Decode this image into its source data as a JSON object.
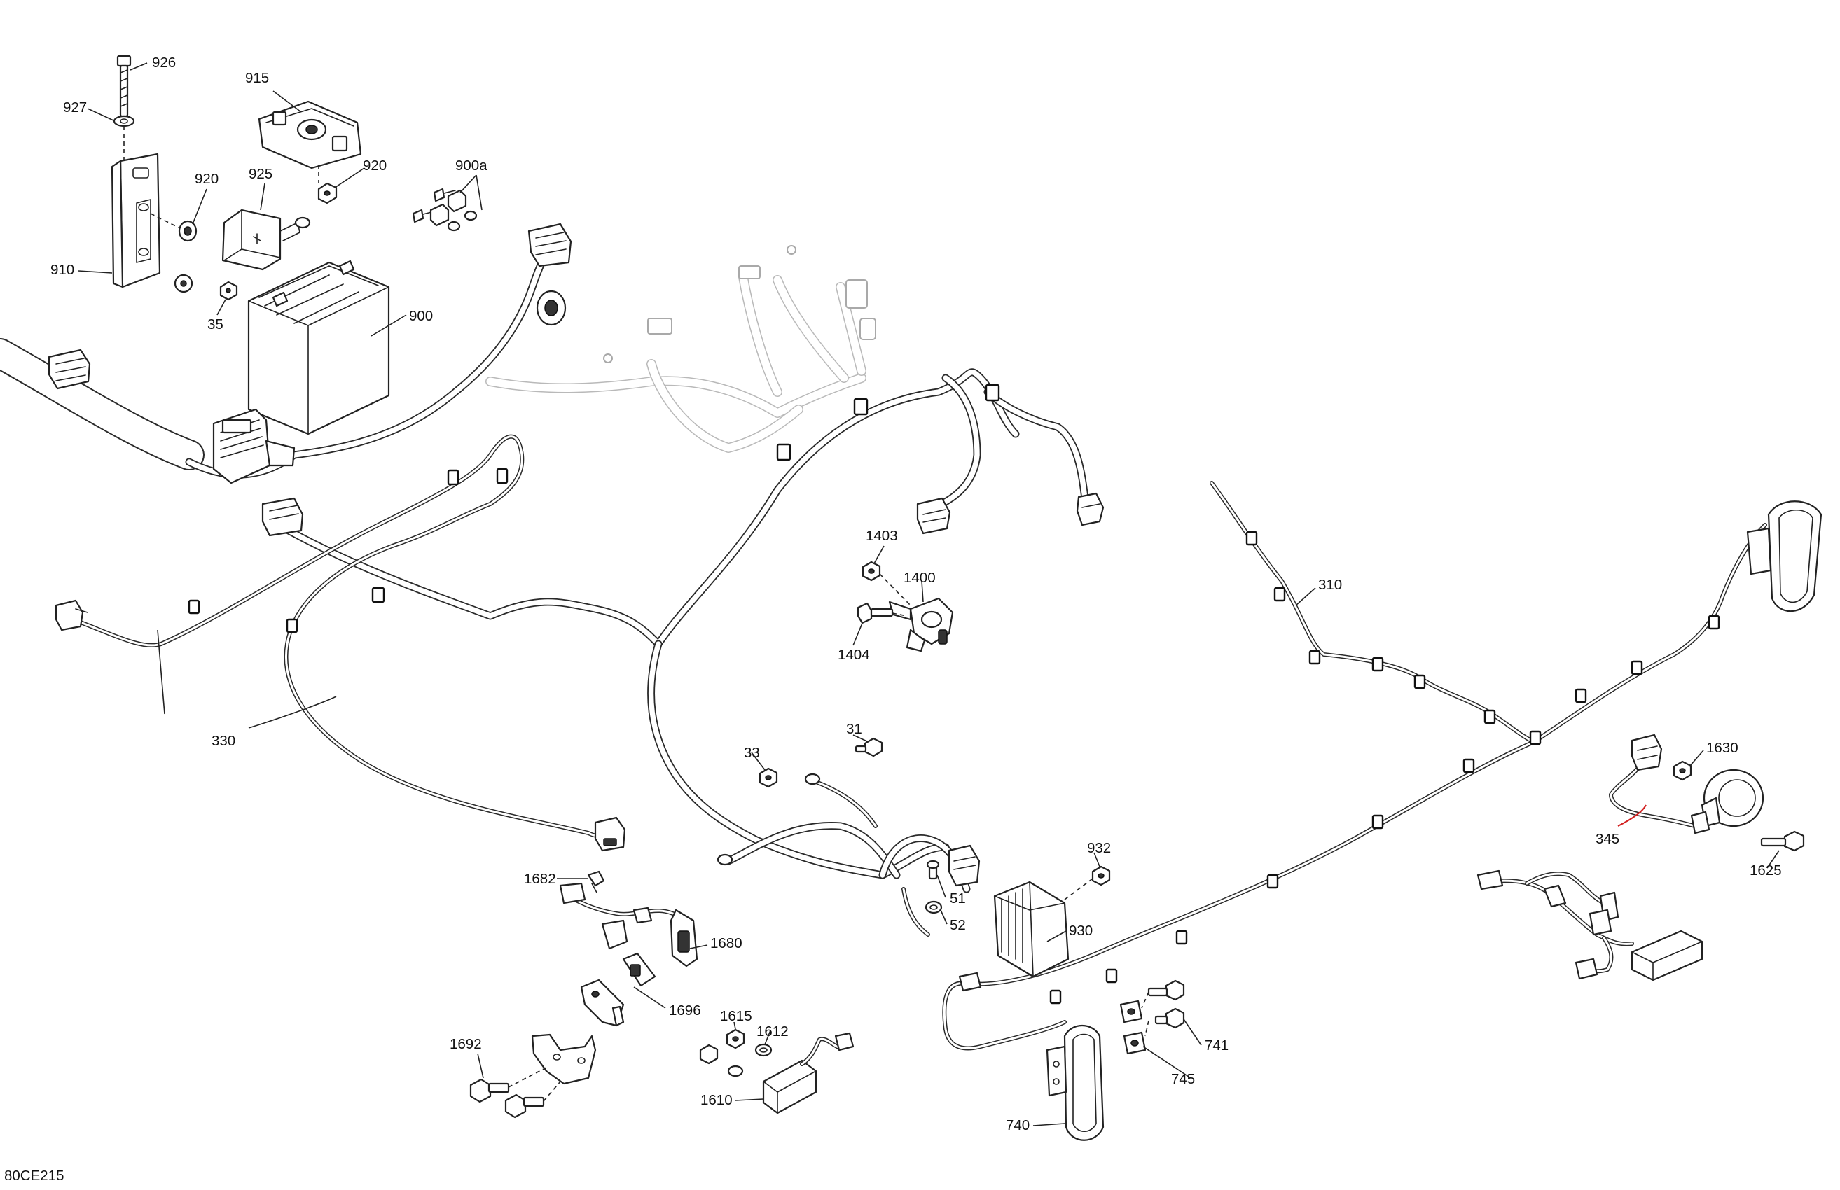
{
  "diagram": {
    "drawing_ref": "80CE215",
    "callouts": [
      {
        "id": "926",
        "text": "926"
      },
      {
        "id": "927",
        "text": "927"
      },
      {
        "id": "915",
        "text": "915"
      },
      {
        "id": "920a",
        "text": "920"
      },
      {
        "id": "920b",
        "text": "920"
      },
      {
        "id": "925",
        "text": "925"
      },
      {
        "id": "900a",
        "text": "900a"
      },
      {
        "id": "910",
        "text": "910"
      },
      {
        "id": "35",
        "text": "35"
      },
      {
        "id": "900",
        "text": "900"
      },
      {
        "id": "1403",
        "text": "1403"
      },
      {
        "id": "1400",
        "text": "1400"
      },
      {
        "id": "1404",
        "text": "1404"
      },
      {
        "id": "310",
        "text": "310"
      },
      {
        "id": "330",
        "text": "330"
      },
      {
        "id": "31",
        "text": "31"
      },
      {
        "id": "33",
        "text": "33"
      },
      {
        "id": "1630",
        "text": "1630"
      },
      {
        "id": "345",
        "text": "345"
      },
      {
        "id": "1625",
        "text": "1625"
      },
      {
        "id": "932",
        "text": "932"
      },
      {
        "id": "1682",
        "text": "1682"
      },
      {
        "id": "51",
        "text": "51"
      },
      {
        "id": "52",
        "text": "52"
      },
      {
        "id": "930",
        "text": "930"
      },
      {
        "id": "1680",
        "text": "1680"
      },
      {
        "id": "1696",
        "text": "1696"
      },
      {
        "id": "1615",
        "text": "1615"
      },
      {
        "id": "1612",
        "text": "1612"
      },
      {
        "id": "1692",
        "text": "1692"
      },
      {
        "id": "741",
        "text": "741"
      },
      {
        "id": "745",
        "text": "745"
      },
      {
        "id": "1610",
        "text": "1610"
      },
      {
        "id": "740",
        "text": "740"
      }
    ]
  },
  "colors": {
    "line": "#222222",
    "ghost_line": "#b9b9b9",
    "highlight_leader": "#d22020",
    "background": "#ffffff"
  }
}
